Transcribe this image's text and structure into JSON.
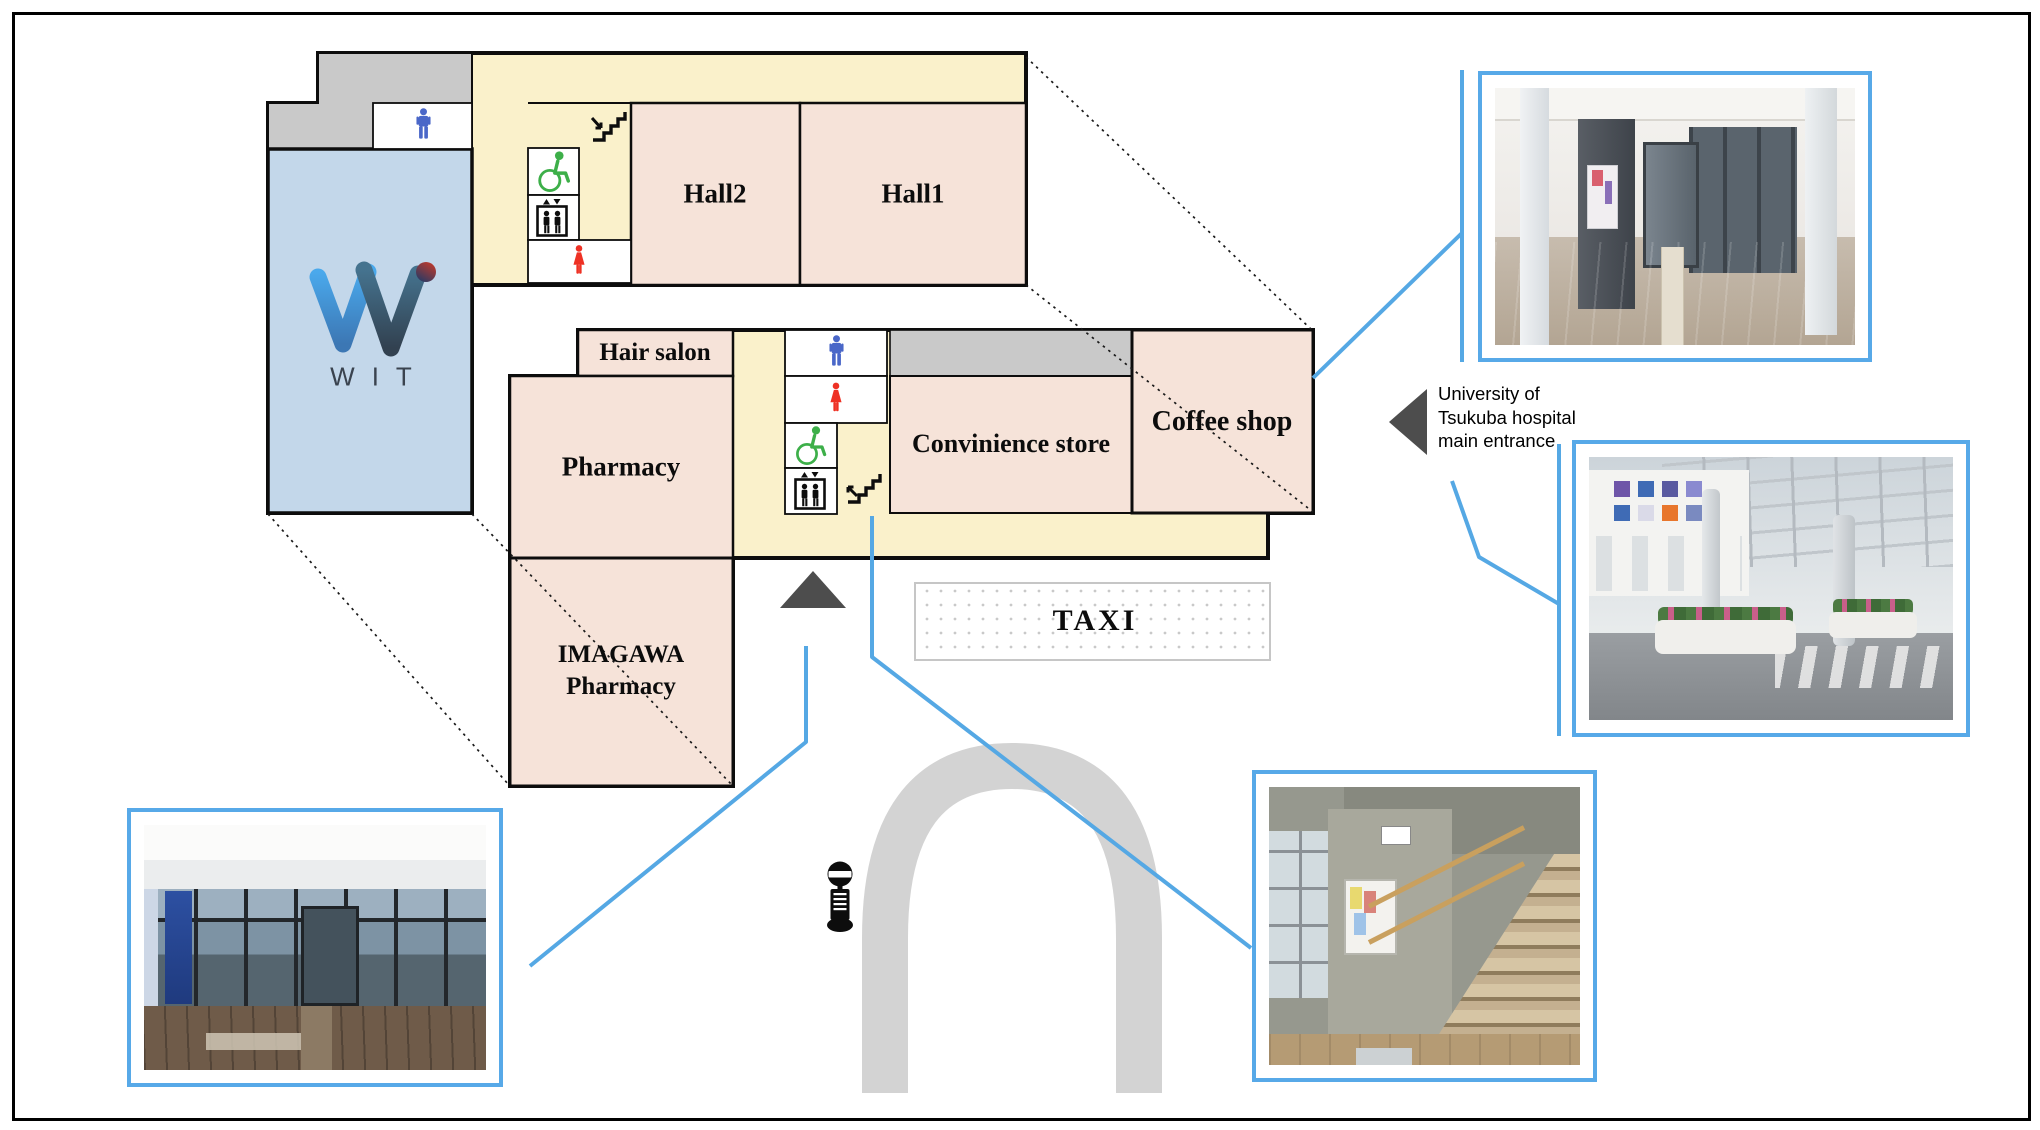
{
  "map": {
    "rooms": {
      "hall1": "Hall1",
      "hall2": "Hall2",
      "hair_salon": "Hair salon",
      "pharmacy": "Pharmacy",
      "imagawa": {
        "line1": "IMAGAWA",
        "line2": "Pharmacy"
      },
      "convenience_store": "Convinience store",
      "coffee_shop": "Coffee shop"
    },
    "wit_letters": "WIT",
    "taxi_label": "TAXI",
    "hospital_note": {
      "line1": "University of",
      "line2": "Tsukuba hospital",
      "line3": "main entrance"
    },
    "icons": {
      "mens-restroom-icon": "standing male figure, blue",
      "womens-restroom-icon": "female figure in dress, red",
      "wheelchair-accessible-icon": "wheelchair user, green",
      "elevator-icon": "elevator cabin with two figures and up/down triangles, black",
      "stairs-down-icon": "steps with down-right arrow, black",
      "stairs-up-icon": "steps with up-left arrow, black",
      "bus-stop-icon": "bus stop pole sign, black",
      "entrance-triangle": "dark upward triangle marking entrance",
      "hospital-direction-arrow": "dark left-pointing triangle"
    },
    "colors": {
      "corridor_yellow": "#faf1cb",
      "room_pink": "#f6e3d9",
      "building_blue": "#c3d7ea",
      "gray_area": "#c9c9c9",
      "road_gray": "#d3d3d3",
      "connector_blue": "#55a8e4",
      "photo_frame_blue": "#57a9e8",
      "men_blue": "#4a67c8",
      "women_red": "#ee3124",
      "wheelchair_green": "#3daf49",
      "arrow_dark": "#4d4d4d"
    }
  },
  "photos": {
    "top_right": "mall entrance walkway with glass walls",
    "right": "hospital main entrance under canopy",
    "bottom_right": "interior staircase near stairs icon",
    "bottom_left": "WIT glass storefront entrance"
  }
}
